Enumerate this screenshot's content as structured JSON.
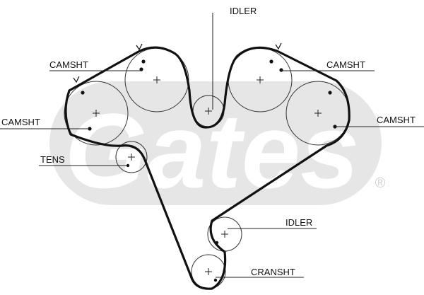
{
  "diagram": {
    "labels": {
      "idler_top": "IDLER",
      "camsht_upper_left": "CAMSHT",
      "camsht_upper_right": "CAMSHT",
      "camsht_left": "CAMSHT",
      "camsht_right": "CAMSHT",
      "tens": "TENS",
      "idler_lower": "IDLER",
      "cranksht": "CRANSHT"
    },
    "logo": {
      "text": "Gates",
      "mark": "®"
    },
    "colors": {
      "belt": "#111111",
      "pulley": "#333333",
      "watermark": "#e6e6e6",
      "leader": "#222222"
    }
  }
}
